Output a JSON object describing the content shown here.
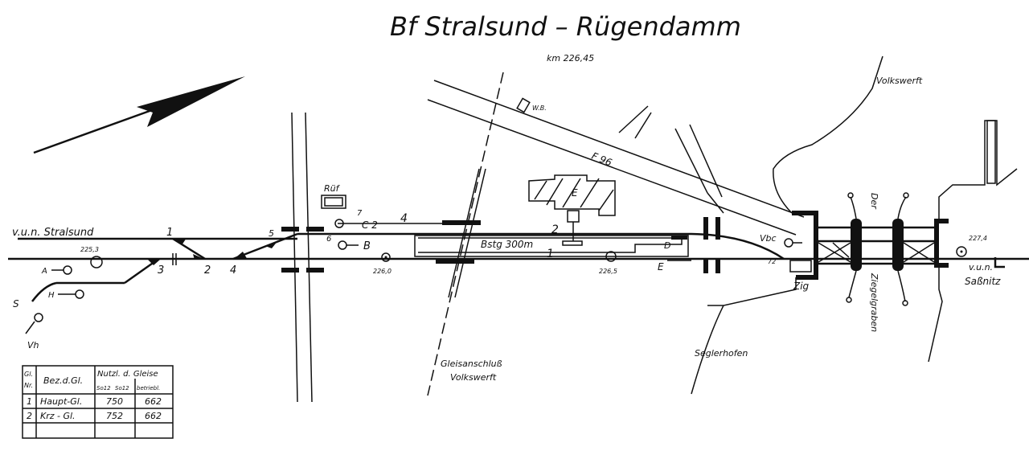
{
  "title": "Bf  Stralsund – Rügendamm",
  "km": "km  226,45",
  "labels": {
    "volkswerft_top": "Volkswerft",
    "stralsund": "v.u.n.  Stralsund",
    "sassnitz_a": "v.u.n.",
    "sassnitz_b": "Saßnitz",
    "km_2253": "225,3",
    "km_2260": "226,0",
    "km_2265": "226,5",
    "km_2274": "227,4",
    "sw1": "1",
    "sw2": "2",
    "sw3": "3",
    "sw4": "4",
    "sw5": "5",
    "sw6": "6",
    "sw7": "7",
    "sw72": "72",
    "sig_a": "A",
    "sig_h": "H",
    "sig_b": "B",
    "sig_c2": "C 2",
    "sig_d": "D",
    "sig_e": "E",
    "sig_vbc": "Vbc",
    "sig_vh": "Vh",
    "sig_s": "S",
    "track4": "4",
    "track2": "2",
    "track1": "1",
    "ruf": "Rüf",
    "bstg": "Bstg   300m",
    "building_e": "E",
    "wb": "W.B.",
    "f96": "F 96",
    "zig": "Zig",
    "der": "Der",
    "ziegelgraben": "Ziegelgraben",
    "seglerhofen": "Seglerhofen",
    "gleisanschluss_a": "Gleisanschluß",
    "gleisanschluss_b": "Volkswerft"
  },
  "table": {
    "head_nr": [
      "Gl.",
      "Nr."
    ],
    "head_bez": "Bez.d.Gl.",
    "head_nutz": "Nutzl. d. Gleise",
    "head_sub1": "So12",
    "head_sub2": "So12",
    "head_sub3": "betriebl.",
    "rows": [
      {
        "nr": "1",
        "bez": "Haupt-Gl.",
        "v1": "750",
        "v2": "662"
      },
      {
        "nr": "2",
        "bez": "Krz - Gl.",
        "v1": "752",
        "v2": "662"
      }
    ]
  }
}
